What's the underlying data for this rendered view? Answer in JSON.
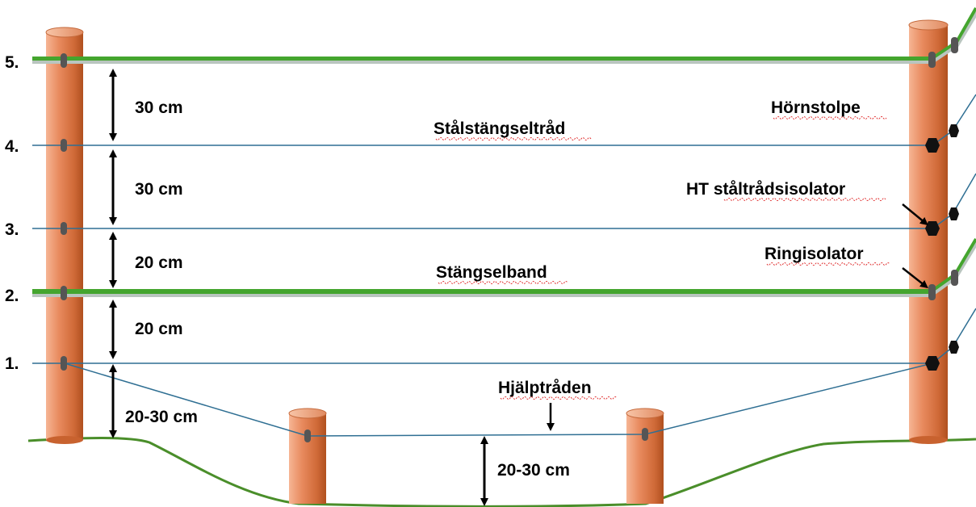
{
  "colors": {
    "post_light": "#f6b594",
    "post_mid": "#e07b4f",
    "post_dark": "#b85426",
    "ribbon_green": "#44a52e",
    "ribbon_grey": "#b9c5bf",
    "wire_blue": "#2f6f93",
    "ground_green": "#4a8e2a",
    "insulator": "#111111"
  },
  "row_labels": [
    "5.",
    "4.",
    "3.",
    "2.",
    "1."
  ],
  "measurements": {
    "m_5_4": "30 cm",
    "m_4_3": "30 cm",
    "m_3_2": "20 cm",
    "m_2_1": "20 cm",
    "m_1_ground": "20-30 cm",
    "m_helper_ground": "20-30 cm"
  },
  "labels": {
    "corner_post": "Hörnstolpe",
    "steel_wire": "Stålstängseltråd",
    "ht_insulator": "HT ståltrådsisolator",
    "ring_insulator": "Ringisolator",
    "fence_tape": "Stängselband",
    "helper_wire": "Hjälptråden"
  },
  "icons": {
    "arrow": "double-headed-arrow",
    "pointer": "arrow-pointer",
    "insulator": "hexagon-insulator"
  }
}
